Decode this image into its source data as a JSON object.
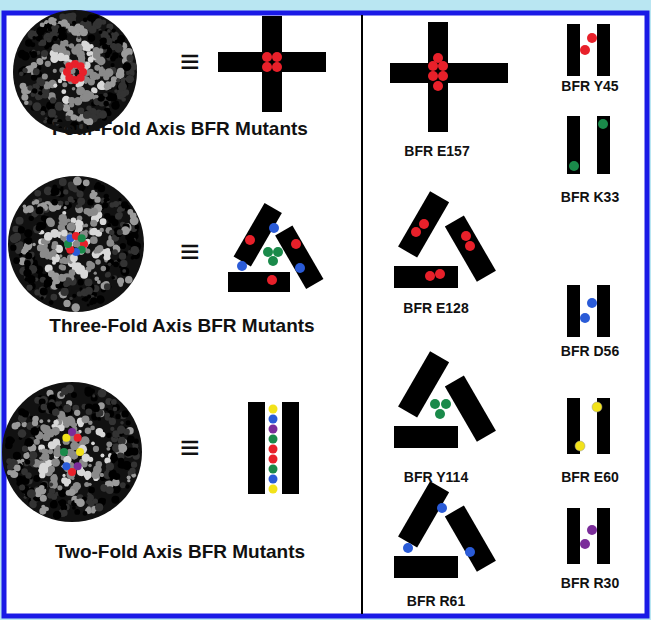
{
  "diagram": {
    "labels": [
      "≡",
      "Four-Fold Axis BFR Mutants",
      "≡",
      "Three-Fold Axis BFR Mutants",
      "≡",
      "Two-Fold Axis BFR Mutants",
      "BFR Y45",
      "BFR E157",
      "BFR K33",
      "BFR E128",
      "BFR D56",
      "BFR Y114",
      "BFR E60",
      "BFR R61",
      "BFR R30"
    ]
  }
}
